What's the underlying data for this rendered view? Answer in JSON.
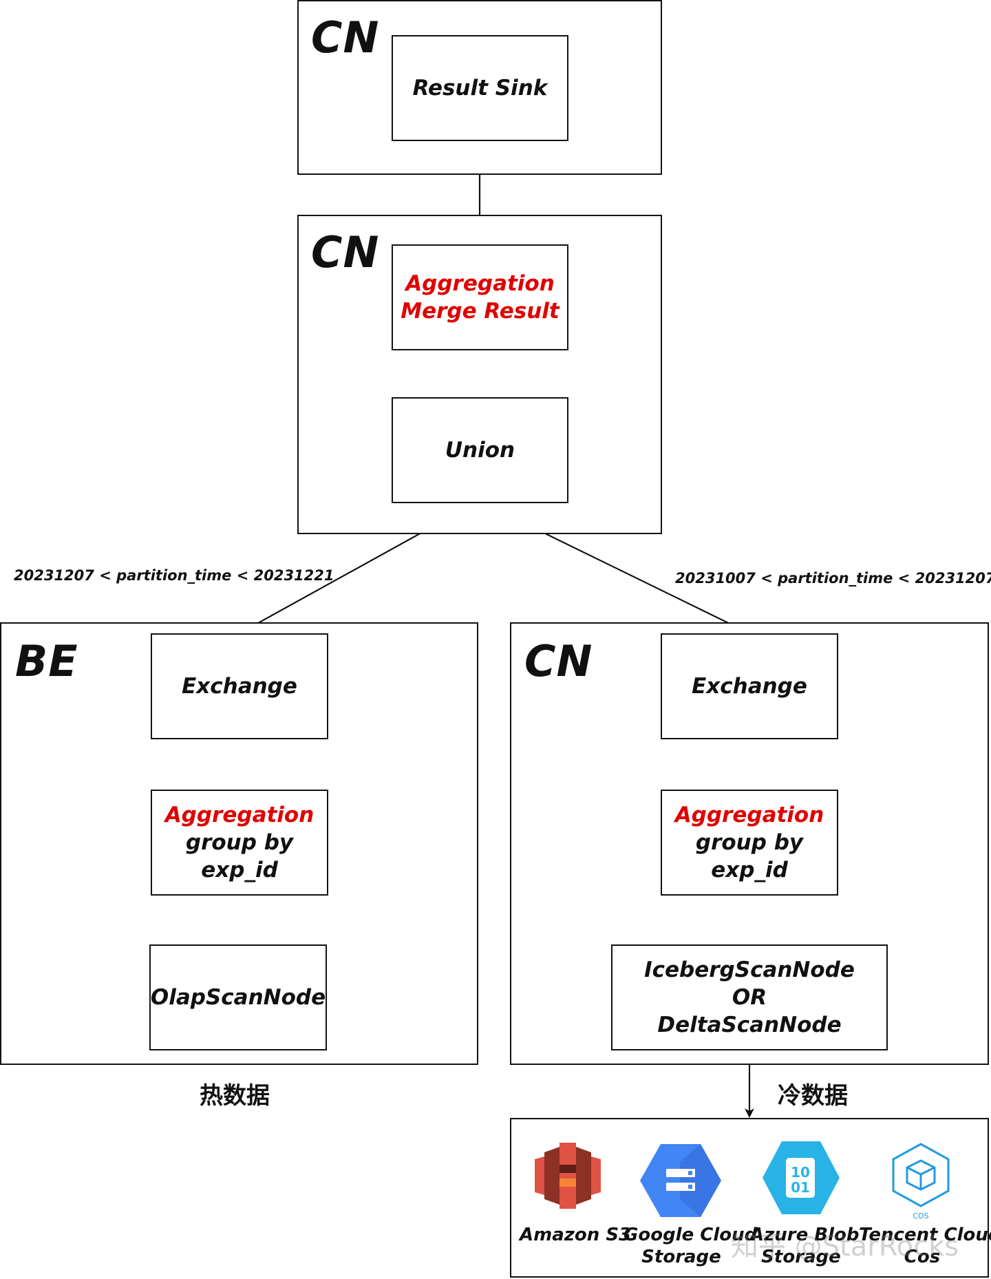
{
  "containers": {
    "top": "CN",
    "middle": "CN",
    "be": "BE",
    "cold": "CN"
  },
  "nodes": {
    "result_sink": "Result Sink",
    "agg_merge_line1": "Aggregation",
    "agg_merge_line2": "Merge Result",
    "union": "Union",
    "be_exchange": "Exchange",
    "be_agg_line1": "Aggregation",
    "be_agg_line2": "group by exp_id",
    "olap_scan": "OlapScanNode",
    "cold_exchange": "Exchange",
    "cold_agg_line1": "Aggregation",
    "cold_agg_line2": "group by exp_id",
    "scan_line1": "IcebergScanNode",
    "scan_line2": "OR",
    "scan_line3": "DeltaScanNode"
  },
  "conditions": {
    "hot": "20231207 < partition_time < 20231221",
    "cold": "20231007 < partition_time < 20231207"
  },
  "tags": {
    "hot": "热数据",
    "cold": "冷数据"
  },
  "storage": {
    "s3": "Amazon S3",
    "gcs_line1": "Google Cloud",
    "gcs_line2": "Storage",
    "azure_line1": "Azure Blob",
    "azure_line2": "Storage",
    "tencent_line1": "Tencent Cloud",
    "tencent_line2": "Cos",
    "cos_badge": "COS",
    "azure_badge_top": "10",
    "azure_badge_bottom": "01"
  },
  "watermark": "知乎 @StarRocks",
  "colors": {
    "accent_red": "#e00000",
    "s3_red": "#d9443a",
    "gcs_blue": "#4285f4",
    "azure_cyan": "#27b3e6",
    "cos_blue": "#1f9be0"
  }
}
